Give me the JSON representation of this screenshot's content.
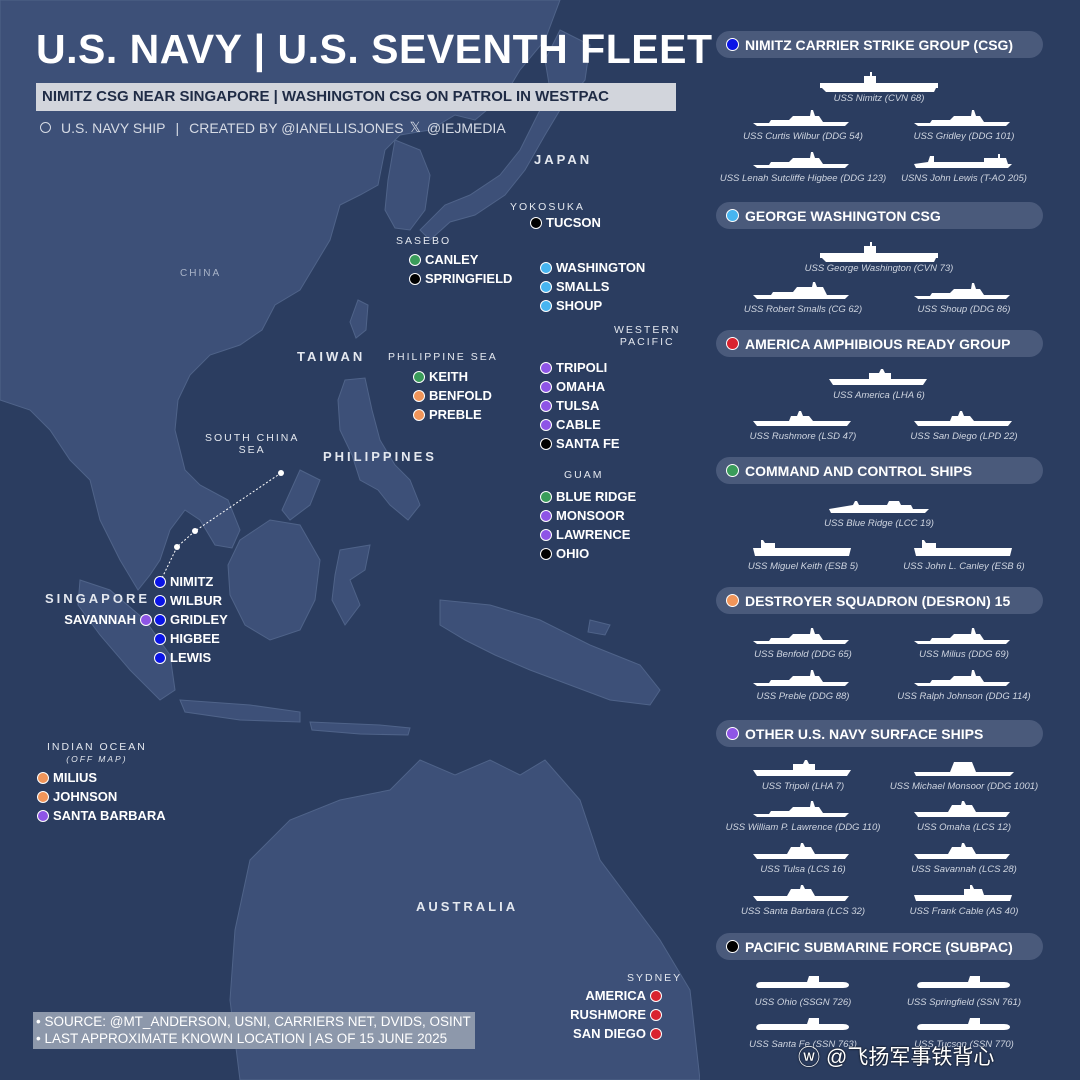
{
  "title": "U.S. NAVY | U.S. SEVENTH FLEET",
  "subtitle": "NIMITZ CSG NEAR SINGAPORE | WASHINGTON CSG ON PATROL IN WESTPAC",
  "credits": {
    "legend": "U.S. NAVY SHIP",
    "separator": "|",
    "created_by": "CREATED BY @IANELLISJONES",
    "x_mark": "𝕏",
    "handle": "@IEJMEDIA"
  },
  "colors": {
    "csg": "#0a14e6",
    "gw": "#47b5f0",
    "arg": "#d9232f",
    "c2": "#3a9c5a",
    "desron": "#f0955a",
    "other": "#8e55e6",
    "subpac": "#000000"
  },
  "regions": {
    "japan": "JAPAN",
    "china": "CHINA",
    "taiwan": "TAIWAN",
    "philippines": "PHILIPPINES",
    "singapore": "SINGAPORE",
    "australia": "AUSTRALIA",
    "yokosuka": "YOKOSUKA",
    "sasebo": "SASEBO",
    "western_pacific_1": "WESTERN",
    "western_pacific_2": "PACIFIC",
    "philippine_sea": "PHILIPPINE SEA",
    "south_china_sea_1": "SOUTH CHINA",
    "south_china_sea_2": "SEA",
    "guam": "GUAM",
    "indian_ocean": "INDIAN OCEAN",
    "off_map": "(OFF MAP)",
    "sydney": "SYDNEY"
  },
  "map_groups": {
    "yokosuka": [
      "TUCSON"
    ],
    "sasebo": [
      "CANLEY",
      "SPRINGFIELD"
    ],
    "washington": [
      "WASHINGTON",
      "SMALLS",
      "SHOUP"
    ],
    "philippine_sea": [
      "KEITH",
      "BENFOLD",
      "PREBLE"
    ],
    "western_pacific": [
      "TRIPOLI",
      "OMAHA",
      "TULSA",
      "CABLE",
      "SANTA FE"
    ],
    "guam": [
      "BLUE RIDGE",
      "MONSOOR",
      "LAWRENCE",
      "OHIO"
    ],
    "singapore": [
      "NIMITZ",
      "WILBUR",
      "GRIDLEY",
      "HIGBEE",
      "LEWIS"
    ],
    "savannah": [
      "SAVANNAH"
    ],
    "indian_ocean": [
      "MILIUS",
      "JOHNSON",
      "SANTA BARBARA"
    ],
    "sydney": [
      "AMERICA",
      "RUSHMORE",
      "SAN DIEGO"
    ]
  },
  "source": {
    "line1": "• SOURCE: @MT_ANDERSON, USNI, CARRIERS NET, DVIDS, OSINT",
    "line2": "• LAST APPROXIMATE KNOWN LOCATION | AS OF 15 JUNE 2025"
  },
  "sections": {
    "csg": {
      "title": "NIMITZ CARRIER STRIKE GROUP (CSG)",
      "ships": [
        "USS Nimitz (CVN 68)",
        "USS Curtis Wilbur (DDG 54)",
        "USS Gridley (DDG 101)",
        "USS Lenah Sutcliffe Higbee (DDG 123)",
        "USNS John Lewis (T-AO 205)"
      ]
    },
    "gw": {
      "title": "GEORGE WASHINGTON CSG",
      "ships": [
        "USS George Washington (CVN 73)",
        "USS Robert Smalls (CG 62)",
        "USS Shoup (DDG 86)"
      ]
    },
    "arg": {
      "title": "AMERICA AMPHIBIOUS READY GROUP",
      "ships": [
        "USS America (LHA 6)",
        "USS Rushmore (LSD 47)",
        "USS San Diego (LPD 22)"
      ]
    },
    "c2": {
      "title": "COMMAND AND CONTROL SHIPS",
      "ships": [
        "USS Blue Ridge (LCC 19)",
        "USS Miguel Keith (ESB 5)",
        "USS John L. Canley (ESB 6)"
      ]
    },
    "desron": {
      "title": "DESTROYER SQUADRON (DESRON) 15",
      "ships": [
        "USS Benfold (DDG 65)",
        "USS Milius (DDG 69)",
        "USS Preble (DDG 88)",
        "USS Ralph Johnson (DDG 114)"
      ]
    },
    "other": {
      "title": "OTHER U.S. NAVY SURFACE SHIPS",
      "ships": [
        "USS Tripoli (LHA 7)",
        "USS Michael Monsoor (DDG 1001)",
        "USS William P. Lawrence (DDG 110)",
        "USS Omaha (LCS 12)",
        "USS Tulsa (LCS 16)",
        "USS Savannah (LCS 28)",
        "USS Santa Barbara (LCS 32)",
        "USS Frank Cable (AS 40)"
      ]
    },
    "subpac": {
      "title": "PACIFIC SUBMARINE FORCE (SUBPAC)",
      "ships": [
        "USS Ohio (SSGN 726)",
        "USS Springfield (SSN 761)",
        "USS Santa Fe (SSN 763)",
        "USS Tucson (SSN 770)"
      ]
    }
  },
  "watermark": {
    "logo": "ⓦ",
    "text": "@飞扬军事铁背心"
  }
}
